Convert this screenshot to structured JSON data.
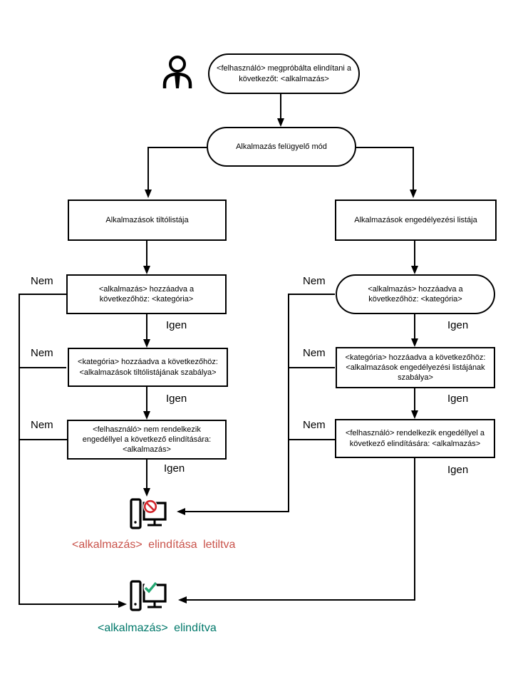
{
  "diagram": {
    "labels": {
      "yes": "Igen",
      "no": "Nem"
    },
    "nodes": {
      "start": {
        "text": "<felhasználó> megpróbálta elindítani a következőt: <alkalmazás>"
      },
      "mode": {
        "text": "Alkalmazás felügyelő mód"
      },
      "denylist": {
        "text": "Alkalmazások tiltólistája"
      },
      "allowlist": {
        "text": "Alkalmazások engedélyezési listája"
      },
      "deny_app_category": {
        "text": "<alkalmazás> hozzáadva a következőhöz: <kategória>"
      },
      "allow_app_category": {
        "text": "<alkalmazás> hozzáadva a következőhöz: <kategória>"
      },
      "deny_category_rule": {
        "text": "<kategória> hozzáadva a következőhöz: <alkalmazások tiltólistájának szabálya>"
      },
      "allow_category_rule": {
        "text": "<kategória> hozzáadva a következőhöz: <alkalmazások engedélyezési listájának szabálya>"
      },
      "deny_permission": {
        "text": "<felhasználó> nem rendelkezik engedéllyel a következő elindítására: <alkalmazás>"
      },
      "allow_permission": {
        "text": "<felhasználó> rendelkezik engedéllyel a következő elindítására: <alkalmazás>"
      },
      "blocked": {
        "text": "<alkalmazás> elindítása letiltva"
      },
      "started": {
        "text": "<alkalmazás> elindítva"
      }
    },
    "icons": {
      "user": "user-icon",
      "blocked": "app-blocked-icon",
      "started": "app-started-icon"
    },
    "colors": {
      "line": "#000000",
      "blocked_text": "#c9534b",
      "started_text": "#00786a",
      "blocked_badge": "#d2252b",
      "started_badge": "#23a873"
    }
  }
}
